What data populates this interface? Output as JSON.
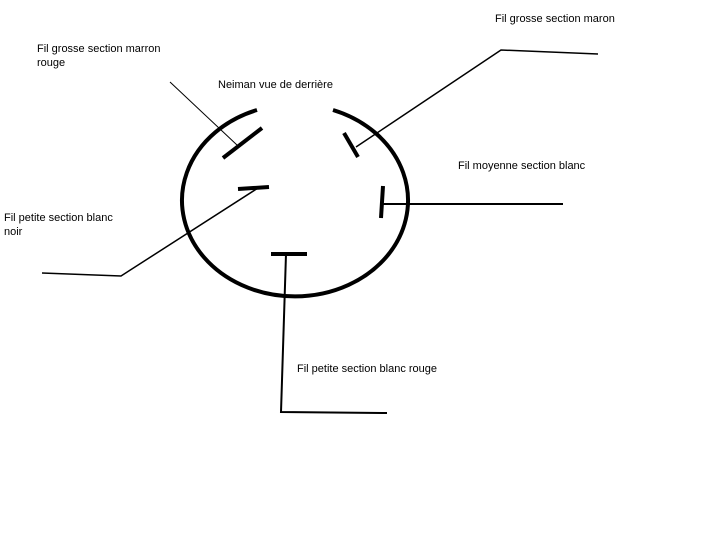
{
  "title": "Neiman vue de derrière",
  "labels": {
    "top_right": "Fil grosse section maron",
    "top_left_line1": "Fil grosse section marron",
    "top_left_line2": "rouge",
    "right": "Fil moyenne section blanc",
    "left_line1": "Fil petite section blanc",
    "left_line2": "noir",
    "bottom": "Fil petite section blanc rouge"
  },
  "colors": {
    "ink": "#000000",
    "background": "#ffffff"
  }
}
